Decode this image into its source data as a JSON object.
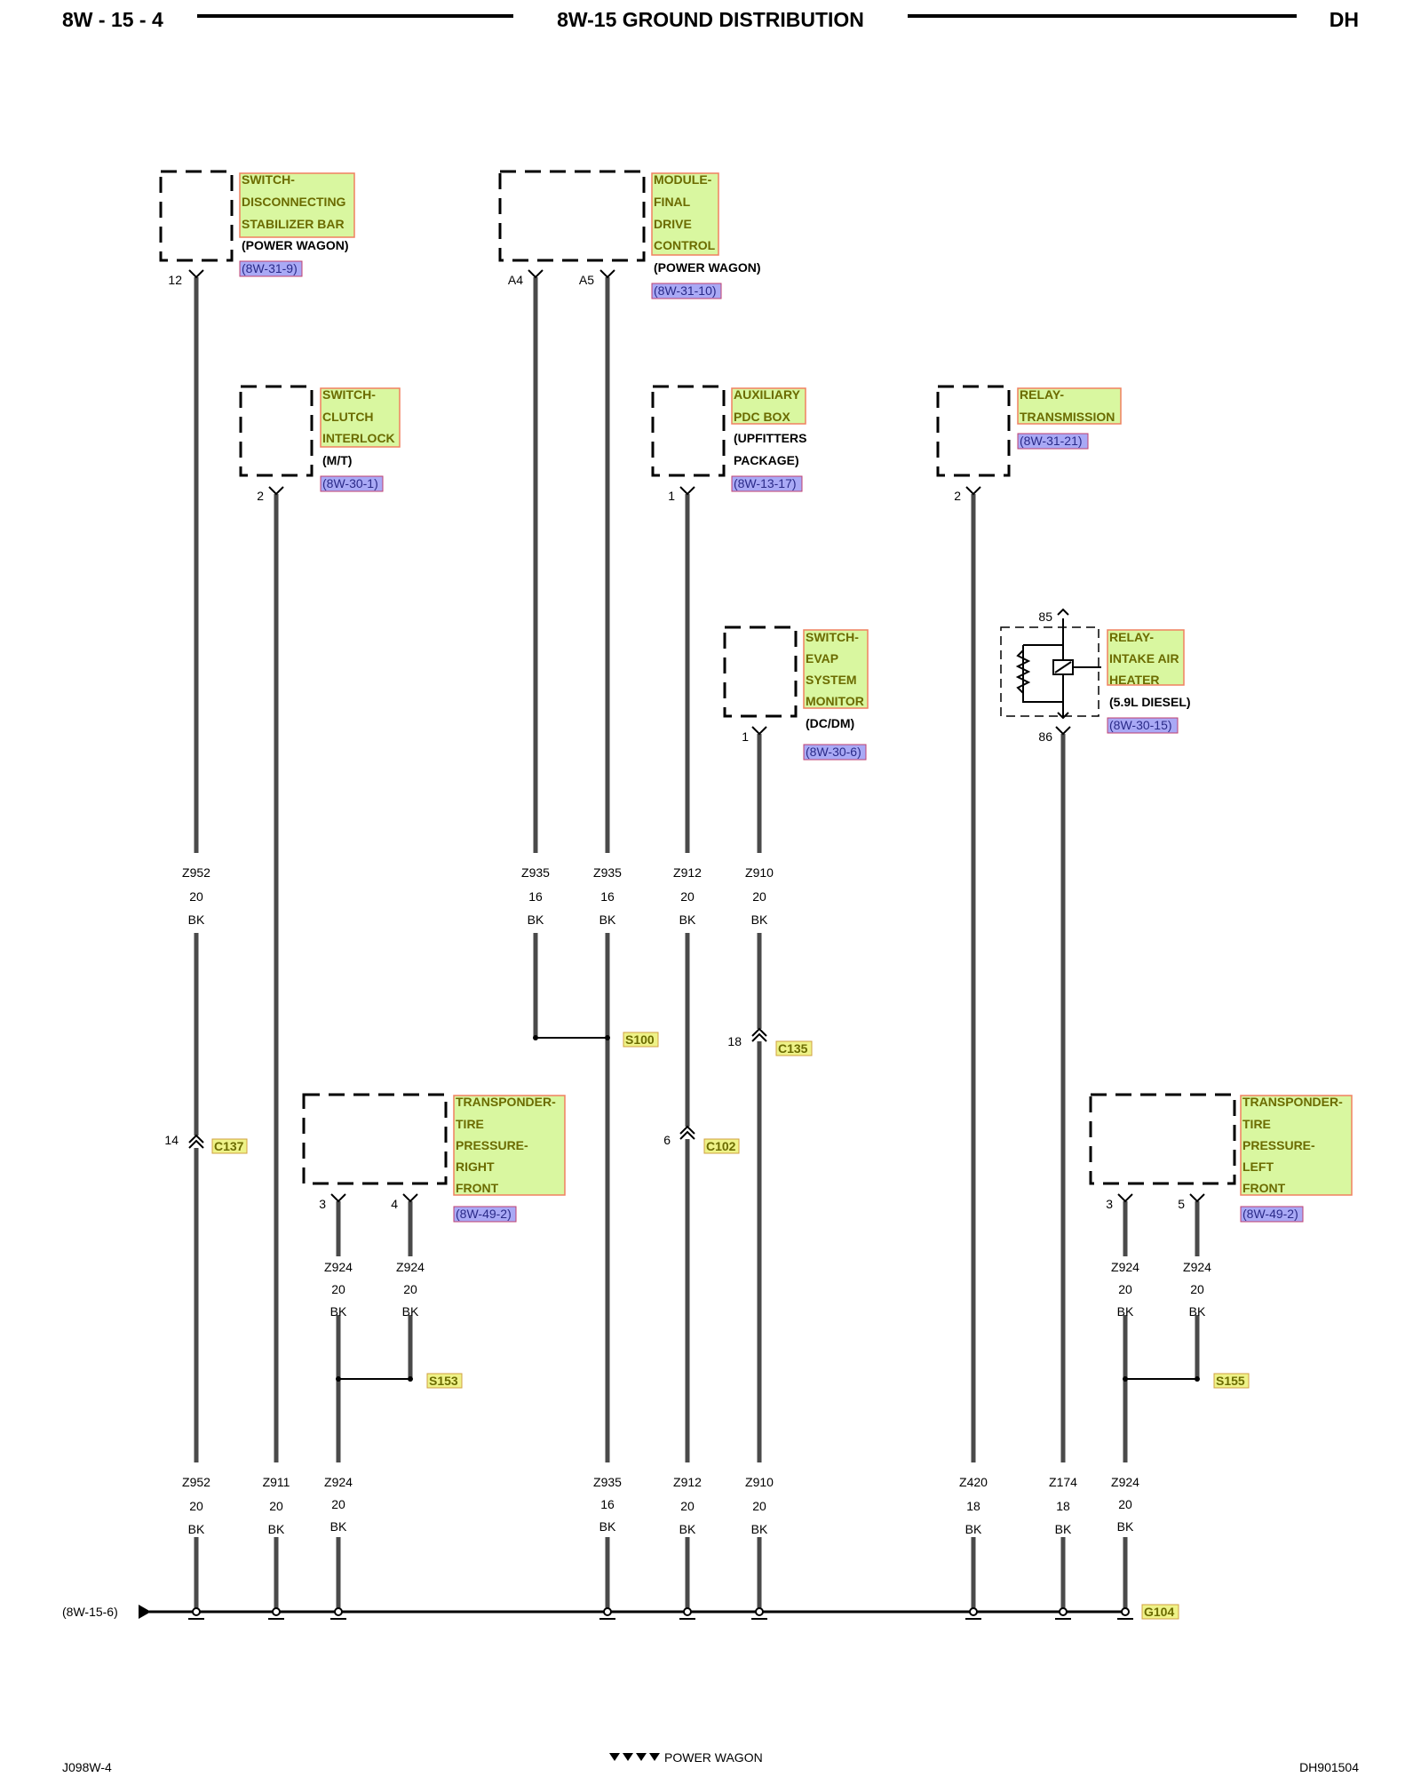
{
  "header": {
    "left": "8W - 15 - 4",
    "title": "8W-15 GROUND DISTRIBUTION",
    "right": "DH"
  },
  "footer": {
    "left": "J098W-4",
    "center": "POWER WAGON",
    "right": "DH901504"
  },
  "colors": {
    "component_label_bg": "#d9f7a0",
    "component_label_border": "#f08060",
    "ref_bg": "#a9a9f5",
    "ref_border": "#c04070",
    "connector_bg": "#eef288"
  },
  "components": [
    {
      "name_lines": [
        "SWITCH-",
        "DISCONNECTING",
        "STABILIZER BAR"
      ],
      "note_lines": [
        "(POWER WAGON)"
      ],
      "ref": "(8W-31-9)"
    },
    {
      "name_lines": [
        "MODULE-",
        "FINAL",
        "DRIVE",
        "CONTROL"
      ],
      "note_lines": [
        "(POWER WAGON)"
      ],
      "ref": "(8W-31-10)"
    },
    {
      "name_lines": [
        "SWITCH-",
        "CLUTCH",
        "INTERLOCK"
      ],
      "note_lines": [
        "(M/T)"
      ],
      "ref": "(8W-30-1)"
    },
    {
      "name_lines": [
        "AUXILIARY",
        "PDC BOX"
      ],
      "note_lines": [
        "(UPFITTERS",
        "PACKAGE)"
      ],
      "ref": "(8W-13-17)"
    },
    {
      "name_lines": [
        "RELAY-",
        "TRANSMISSION"
      ],
      "note_lines": [],
      "ref": "(8W-31-21)"
    },
    {
      "name_lines": [
        "SWITCH-",
        "EVAP",
        "SYSTEM",
        "MONITOR"
      ],
      "note_lines": [
        "(DC/DM)"
      ],
      "ref": "(8W-30-6)"
    },
    {
      "name_lines": [
        "RELAY-",
        "INTAKE AIR",
        "HEATER"
      ],
      "note_lines": [
        "(5.9L DIESEL)"
      ],
      "ref": "(8W-30-15)"
    },
    {
      "name_lines": [
        "TRANSPONDER-",
        "TIRE",
        "PRESSURE-",
        "RIGHT",
        "FRONT"
      ],
      "note_lines": [],
      "ref": "(8W-49-2)"
    },
    {
      "name_lines": [
        "TRANSPONDER-",
        "TIRE",
        "PRESSURE-",
        "LEFT",
        "FRONT"
      ],
      "note_lines": [],
      "ref": "(8W-49-2)"
    }
  ],
  "pins": [
    "12",
    "A4",
    "A5",
    "2",
    "1",
    "2",
    "1",
    "85",
    "86",
    "3",
    "4",
    "3",
    "5",
    "14",
    "6",
    "18"
  ],
  "connectors": [
    "C137",
    "C102",
    "C135"
  ],
  "splices": [
    "S100",
    "S153",
    "S155"
  ],
  "ground": {
    "name": "G104",
    "ref": "(8W-15-6)"
  },
  "upper_wires": [
    {
      "code": "Z952",
      "gauge": "20",
      "color": "BK"
    },
    {
      "code": "Z935",
      "gauge": "16",
      "color": "BK"
    },
    {
      "code": "Z935",
      "gauge": "16",
      "color": "BK"
    },
    {
      "code": "Z912",
      "gauge": "20",
      "color": "BK"
    },
    {
      "code": "Z910",
      "gauge": "20",
      "color": "BK"
    }
  ],
  "mid_wires": [
    {
      "code": "Z924",
      "gauge": "20",
      "color": "BK"
    },
    {
      "code": "Z924",
      "gauge": "20",
      "color": "BK"
    },
    {
      "code": "Z924",
      "gauge": "20",
      "color": "BK"
    },
    {
      "code": "Z924",
      "gauge": "20",
      "color": "BK"
    }
  ],
  "lower_wires": [
    {
      "code": "Z952",
      "gauge": "20",
      "color": "BK"
    },
    {
      "code": "Z911",
      "gauge": "20",
      "color": "BK"
    },
    {
      "code": "Z924",
      "gauge": "20",
      "color": "BK"
    },
    {
      "code": "Z935",
      "gauge": "16",
      "color": "BK"
    },
    {
      "code": "Z912",
      "gauge": "20",
      "color": "BK"
    },
    {
      "code": "Z910",
      "gauge": "20",
      "color": "BK"
    },
    {
      "code": "Z420",
      "gauge": "18",
      "color": "BK"
    },
    {
      "code": "Z174",
      "gauge": "18",
      "color": "BK"
    },
    {
      "code": "Z924",
      "gauge": "20",
      "color": "BK"
    }
  ]
}
